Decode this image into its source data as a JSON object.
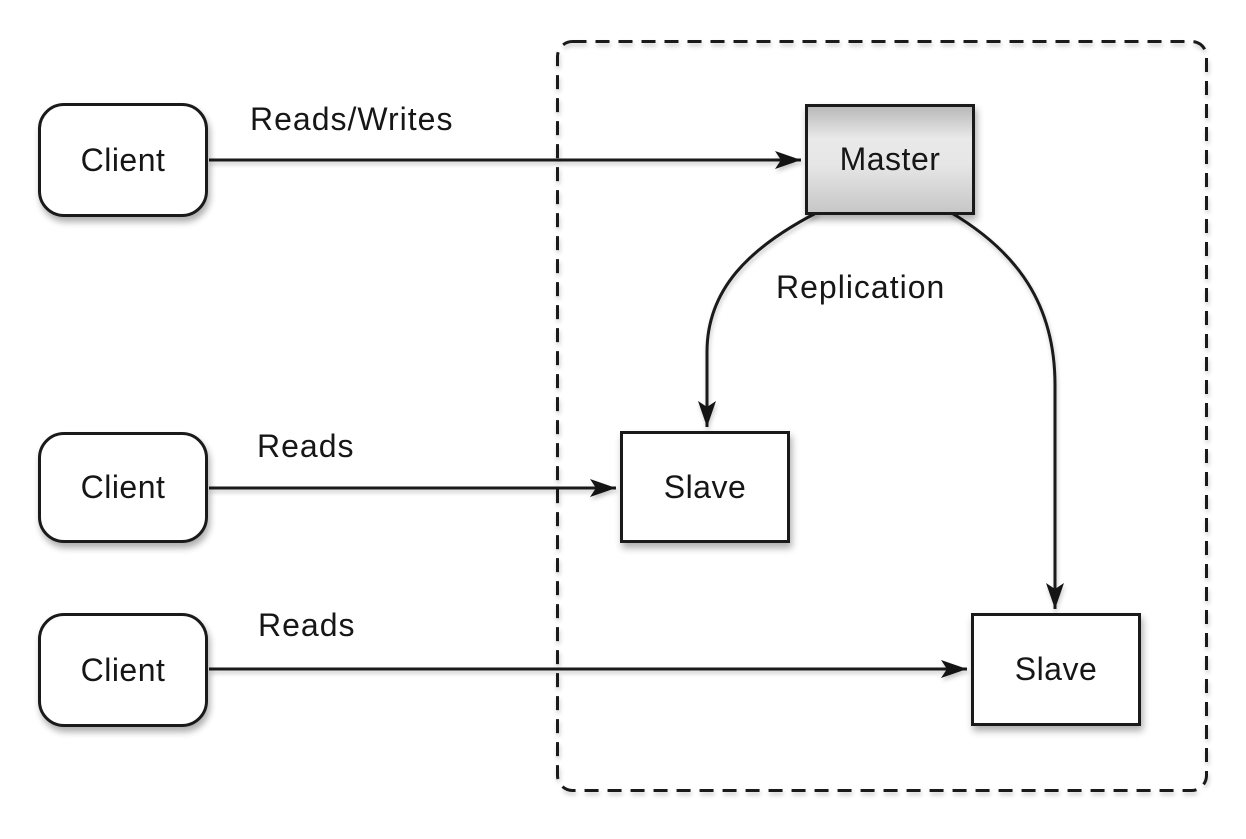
{
  "nodes": {
    "clients": [
      {
        "label": "Client"
      },
      {
        "label": "Client"
      },
      {
        "label": "Client"
      }
    ],
    "master": {
      "label": "Master"
    },
    "slaves": [
      {
        "label": "Slave"
      },
      {
        "label": "Slave"
      }
    ]
  },
  "edges": {
    "client1_master": {
      "label": "Reads/Writes"
    },
    "client2_slave1": {
      "label": "Reads"
    },
    "client3_slave2": {
      "label": "Reads"
    },
    "master_to_slaves": {
      "label": "Replication"
    }
  },
  "colors": {
    "background": "#ffffff",
    "line": "#1a1a1a",
    "node_border": "#1a1a1a",
    "node_fill": "#ffffff",
    "master_fill_top": "#b9b9b9",
    "master_fill_mid": "#e9e9e9",
    "master_fill_bottom": "#c7c7c7",
    "text": "#161616"
  }
}
